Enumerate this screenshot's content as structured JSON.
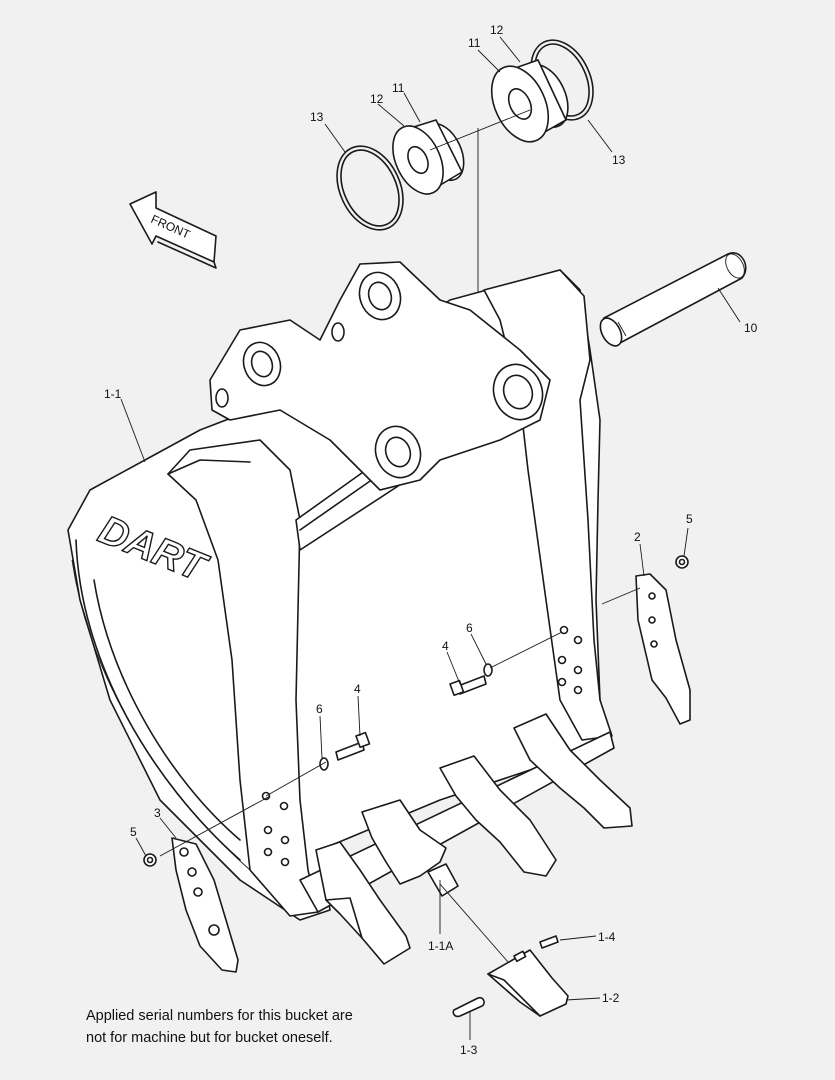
{
  "labels": {
    "p1_1": "1-1",
    "p1_1a": "1-1A",
    "p1_2": "1-2",
    "p1_3": "1-3",
    "p1_4": "1-4",
    "p2": "2",
    "p3": "3",
    "p4a": "4",
    "p4b": "4",
    "p5a": "5",
    "p5b": "5",
    "p6a": "6",
    "p6b": "6",
    "p10": "10",
    "p11a": "11",
    "p11b": "11",
    "p12a": "12",
    "p12b": "12",
    "p13a": "13",
    "p13b": "13"
  },
  "front_arrow": "FRONT",
  "logo": "DART",
  "note_lines": [
    "Applied serial numbers for this bucket are",
    "not for machine but for bucket oneself."
  ]
}
